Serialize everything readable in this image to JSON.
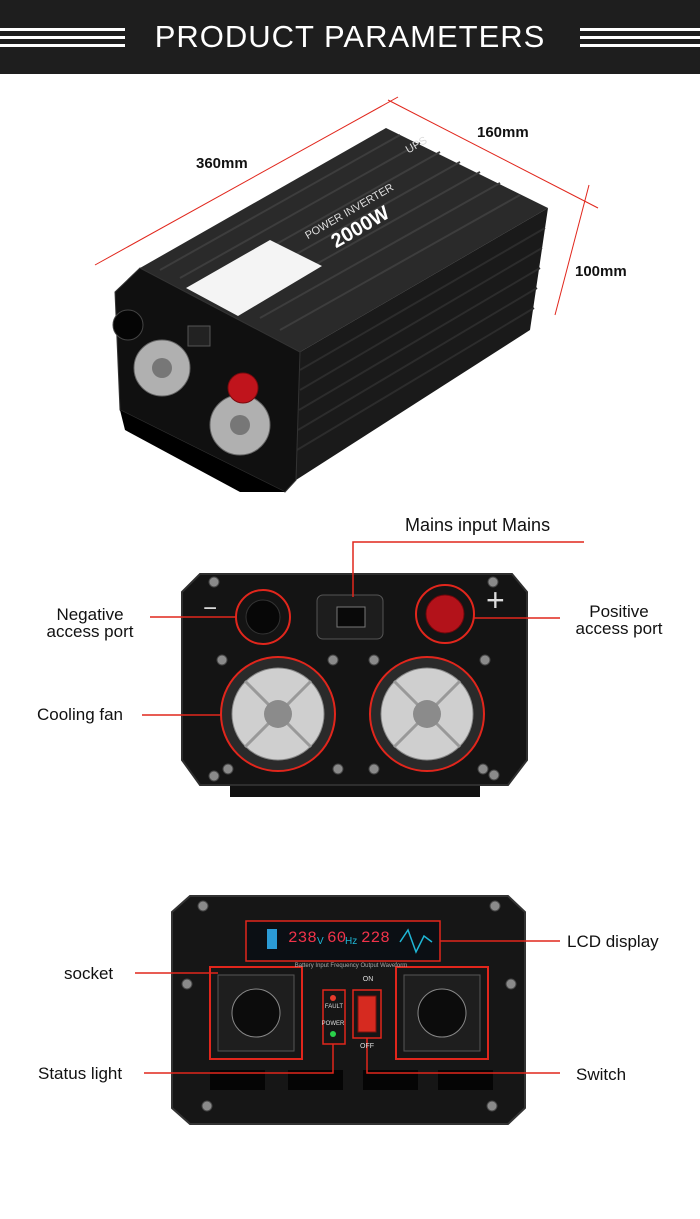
{
  "banner": {
    "title": "PRODUCT PARAMETERS"
  },
  "dimensions": {
    "length": "360mm",
    "width": "160mm",
    "height": "100mm"
  },
  "inverter_label": {
    "title": "POWER INVERTER",
    "power": "2000W",
    "ups": "UPS"
  },
  "front_panel": {
    "mains_input": "Mains input Mains",
    "negative_port": [
      "Negative",
      "access port"
    ],
    "positive_port": [
      "Positive",
      "access port"
    ],
    "cooling_fan": "Cooling fan",
    "minus_sign": "−",
    "plus_sign": "+"
  },
  "rear_panel": {
    "lcd_display": "LCD display",
    "socket": "socket",
    "status_light": "Status light",
    "switch": "Switch",
    "lcd_readout": {
      "input_v": "238",
      "freq": "60",
      "output_v": "228",
      "unit_v": "V",
      "unit_hz": "Hz"
    },
    "lcd_caption": "Battery Input Frequency Output Waveform",
    "fault": "FAULT",
    "power": "POWER",
    "on": "ON",
    "off": "OFF"
  },
  "colors": {
    "accent": "#e1261c",
    "banner": "#1e1e1e",
    "body": "#151515"
  }
}
